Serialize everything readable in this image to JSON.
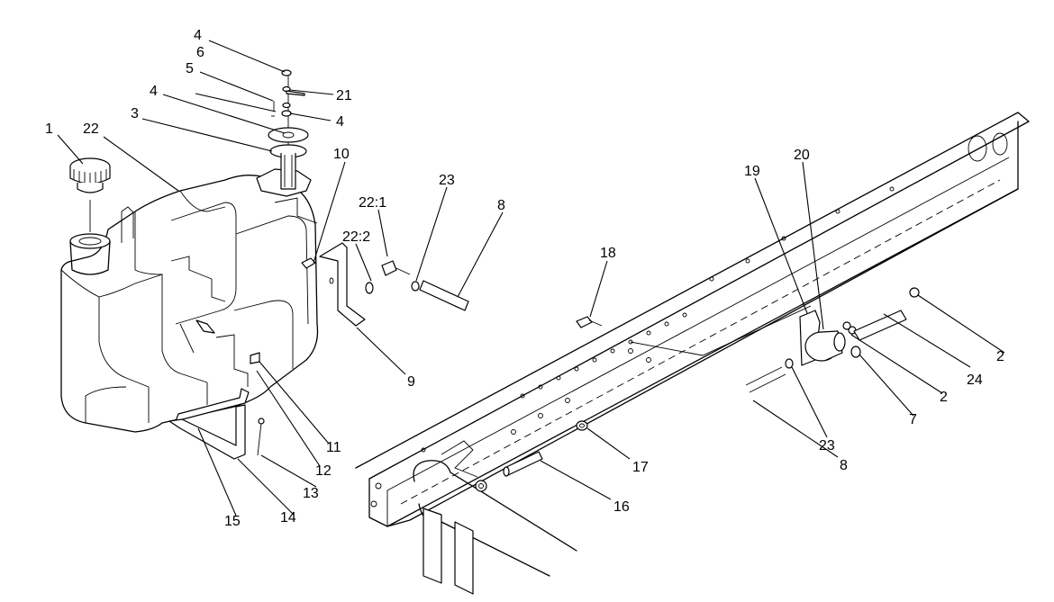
{
  "callouts": [
    {
      "id": "c1",
      "text": "1"
    },
    {
      "id": "c22",
      "text": "22"
    },
    {
      "id": "c3",
      "text": "3"
    },
    {
      "id": "c4a",
      "text": "4"
    },
    {
      "id": "c5",
      "text": "5"
    },
    {
      "id": "c6",
      "text": "6"
    },
    {
      "id": "c4b",
      "text": "4"
    },
    {
      "id": "c21",
      "text": "21"
    },
    {
      "id": "c4c",
      "text": "4"
    },
    {
      "id": "c10",
      "text": "10"
    },
    {
      "id": "c22_1",
      "text": "22:1"
    },
    {
      "id": "c22_2",
      "text": "22:2"
    },
    {
      "id": "c23a",
      "text": "23"
    },
    {
      "id": "c8a",
      "text": "8"
    },
    {
      "id": "c18",
      "text": "18"
    },
    {
      "id": "c19",
      "text": "19"
    },
    {
      "id": "c20",
      "text": "20"
    },
    {
      "id": "c2a",
      "text": "2"
    },
    {
      "id": "c24",
      "text": "24"
    },
    {
      "id": "c2b",
      "text": "2"
    },
    {
      "id": "c7",
      "text": "7"
    },
    {
      "id": "c23b",
      "text": "23"
    },
    {
      "id": "c8b",
      "text": "8"
    },
    {
      "id": "c9",
      "text": "9"
    },
    {
      "id": "c11",
      "text": "11"
    },
    {
      "id": "c12",
      "text": "12"
    },
    {
      "id": "c13",
      "text": "13"
    },
    {
      "id": "c14",
      "text": "14"
    },
    {
      "id": "c15",
      "text": "15"
    },
    {
      "id": "c17",
      "text": "17"
    },
    {
      "id": "c16",
      "text": "16"
    }
  ]
}
